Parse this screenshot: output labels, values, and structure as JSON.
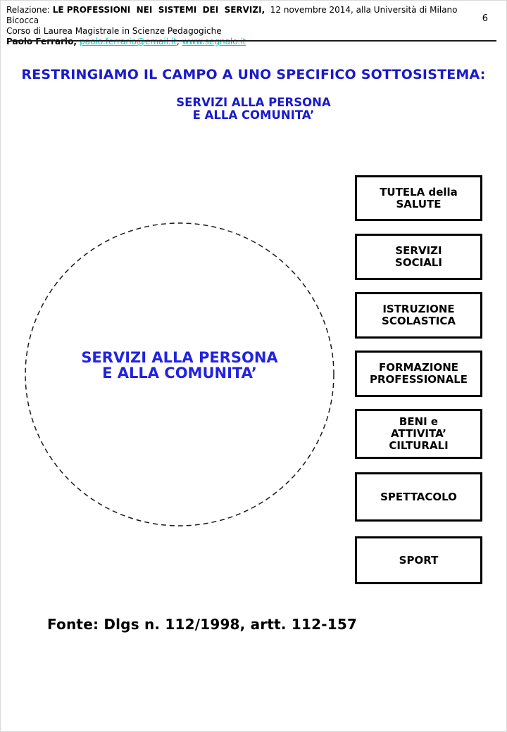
{
  "page": {
    "number": "6"
  },
  "colors": {
    "title_blue": "#1a1acd",
    "circle_blue": "#2222e2",
    "link_cyan": "#00cccc",
    "box_border": "#000000"
  },
  "header": {
    "line1_prefix": "Relazione: ",
    "line1_bold": "LE PROFESSIONI  NEI  SISTEMI  DEI  SERVIZI,",
    "line1_rest": "  12 novembre 2014, alla Università di Milano Bicocca",
    "line2": "Corso di Laurea Magistrale in Scienze Pedagogiche",
    "author_bold": "Paolo Ferrario, ",
    "link_email": "paolo.ferrario@email.it",
    "link_separator": ", ",
    "link_web": "www.segnalo.it"
  },
  "title": {
    "text": "RESTRINGIAMO IL CAMPO A UNO SPECIFICO SOTTOSISTEMA:",
    "subtitle": "SERVIZI ALLA PERSONA\nE ALLA COMUNITA’"
  },
  "diagram": {
    "circle_label": "SERVIZI ALLA PERSONA\nE ALLA COMUNITA’",
    "sectors": [
      {
        "label": "TUTELA della\nSALUTE"
      },
      {
        "label": "SERVIZI\nSOCIALI"
      },
      {
        "label": "ISTRUZIONE\nSCOLASTICA"
      },
      {
        "label": "FORMAZIONE\nPROFESSIONALE"
      },
      {
        "label": "BENI e\nATTIVITA’\nCILTURALI"
      },
      {
        "label": "SPETTACOLO"
      },
      {
        "label": "SPORT"
      }
    ]
  },
  "footer": {
    "source": "Fonte: Dlgs n. 112/1998, artt. 112-157"
  }
}
